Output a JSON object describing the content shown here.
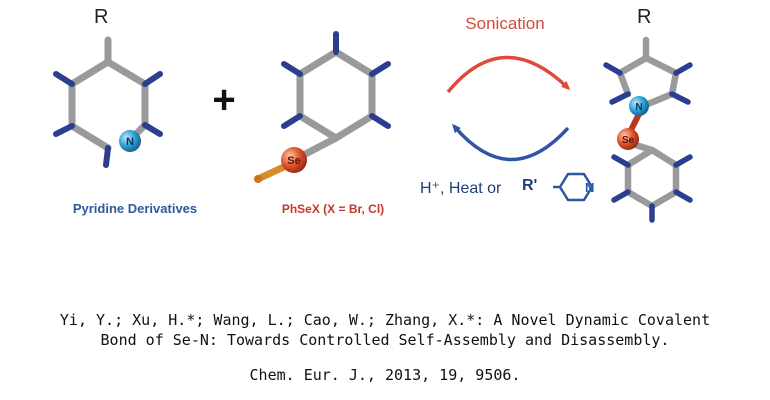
{
  "scheme": {
    "reactant1_substituent": "R",
    "reactant1_atom_N": "N",
    "reactant1_label": "Pyridine Derivatives",
    "plus": "+",
    "reactant2_atom_Se": "Se",
    "reactant2_label": "PhSeX (X = Br, Cl)",
    "forward_condition": "Sonication",
    "reverse_condition": "H⁺, Heat or",
    "reverse_reagent_substituent": "R'",
    "reverse_reagent_atom_N": "N",
    "product_substituent": "R",
    "product_atom_N": "N",
    "product_atom_Se": "Se",
    "colors": {
      "bond_gray": "#9a9a9a",
      "hydrogen_blue": "#2b3e8f",
      "nitrogen": "#2a9fd6",
      "selenium": "#e0502a",
      "forward_arrow": "#e04a3a",
      "reverse_arrow": "#2f55a4"
    }
  },
  "citation": {
    "line1": "Yi, Y.; Xu, H.*; Wang, L.; Cao, W.; Zhang, X.*: A Novel Dynamic Covalent",
    "line2": "Bond of Se-N: Towards Controlled Self-Assembly and Disassembly.",
    "line3": "Chem. Eur. J., 2013, 19, 9506."
  }
}
